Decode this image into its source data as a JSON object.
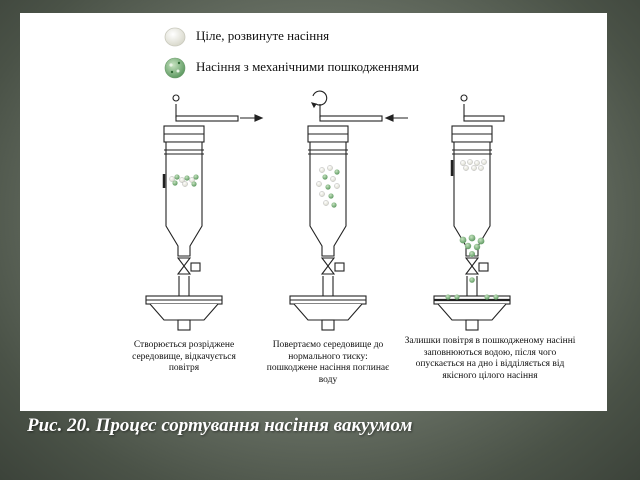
{
  "legend": {
    "healthy_label": "Ціле, розвинуте насіння",
    "damaged_label": "Насіння з механічними пошкодженнями"
  },
  "steps": [
    {
      "caption": "Створюється розріджене середовище, відкачується повітря",
      "arrow": "out"
    },
    {
      "caption": "Повертаємо середовище до нормального тиску: пошкоджене насіння поглинає воду",
      "arrow": "in"
    },
    {
      "caption": "Залишки повітря в пошкодженому насінні заповнюються водою, після чого опускається на дно і відділяється від якісного цілого насіння",
      "arrow": "none"
    }
  ],
  "figure_caption": "Рис. 20. Процес сортування насіння вакуумом",
  "colors": {
    "background": "#5b6357",
    "slide": "#ffffff",
    "healthy_seed": "#eeeee4",
    "damaged_seed": "#8fbf8f",
    "caption_text": "#ffffff"
  }
}
